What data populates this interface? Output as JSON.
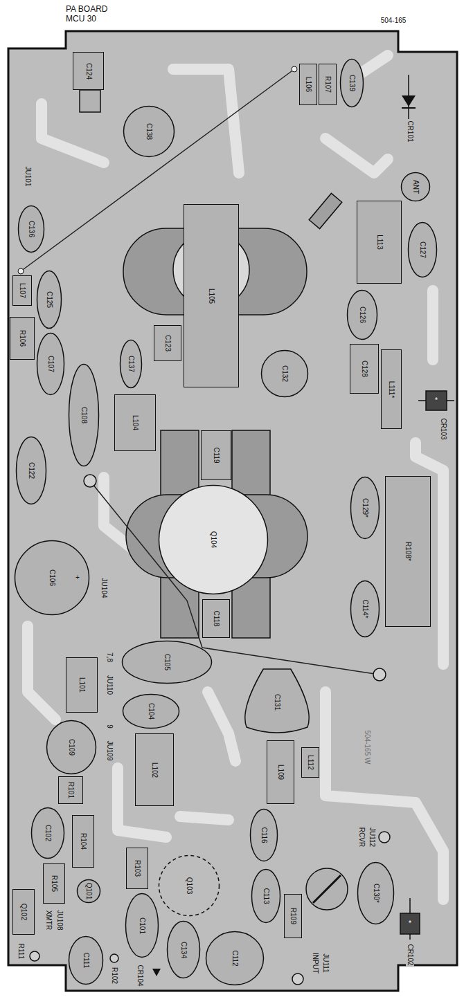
{
  "diagram": {
    "title": "PA BOARD MCU 30",
    "nodes": [
      {
        "text": [
          "C124"
        ]
      },
      {
        "text": [
          "C138"
        ]
      },
      {
        "text": [
          "L106"
        ]
      },
      {
        "text": [
          "R107"
        ]
      },
      {
        "text": [
          "C139"
        ]
      },
      {
        "text": [
          "ANT"
        ]
      },
      {
        "text": [
          "L105"
        ]
      },
      {
        "text": [
          "L113"
        ]
      },
      {
        "text": [
          "C127"
        ]
      },
      {
        "text": [
          "C136"
        ]
      },
      {
        "text": [
          "L107"
        ]
      },
      {
        "text": [
          "C125"
        ]
      },
      {
        "text": [
          "R106"
        ]
      },
      {
        "text": [
          "C123"
        ]
      },
      {
        "text": [
          "C137"
        ]
      },
      {
        "text": [
          "C107"
        ]
      },
      {
        "text": [
          "C108"
        ]
      },
      {
        "text": [
          "L104"
        ]
      },
      {
        "text": [
          "C132"
        ]
      },
      {
        "text": [
          "C126"
        ]
      },
      {
        "text": [
          "C128"
        ]
      },
      {
        "text": [
          "L111*"
        ]
      },
      {
        "text": [
          "C122"
        ]
      },
      {
        "text": [
          "C119"
        ]
      },
      {
        "text": [
          "Q104"
        ]
      },
      {
        "text": [
          "C129*"
        ]
      },
      {
        "text": [
          "R108*"
        ]
      },
      {
        "text": [
          "C106"
        ]
      },
      {
        "text": [
          "C118"
        ]
      },
      {
        "text": [
          "C114*"
        ]
      },
      {
        "text": [
          "C105"
        ]
      },
      {
        "text": [
          "C104"
        ]
      },
      {
        "text": [
          "C131"
        ]
      },
      {
        "text": [
          "L101"
        ]
      },
      {
        "text": [
          "C109"
        ]
      },
      {
        "text": [
          "L102"
        ]
      },
      {
        "text": [
          "L109"
        ]
      },
      {
        "text": [
          "L112"
        ]
      },
      {
        "text": [
          "R101"
        ]
      },
      {
        "text": [
          "C116"
        ]
      },
      {
        "text": [
          "C102"
        ]
      },
      {
        "text": [
          "R104"
        ]
      },
      {
        "text": [
          "R105"
        ]
      },
      {
        "text": [
          "R103"
        ]
      },
      {
        "text": [
          "Q103"
        ]
      },
      {
        "text": [
          "C113"
        ]
      },
      {
        "text": [
          "R109"
        ]
      },
      {
        "text": [
          "C130*"
        ]
      },
      {
        "text": [
          "Q102"
        ]
      },
      {
        "text": [
          "Q101"
        ]
      },
      {
        "text": [
          "C101"
        ]
      },
      {
        "text": [
          "C111"
        ]
      },
      {
        "text": [
          "C134"
        ]
      },
      {
        "text": [
          "C112"
        ]
      }
    ],
    "labels": [
      "504-165",
      "JU101",
      "CR101",
      "CR103",
      "*",
      "JU104",
      "+",
      "7,8",
      "JU110",
      "9",
      "JU109",
      "504-165 W",
      "RCVR",
      "JU112",
      "XMTR",
      "JU108",
      "R111",
      "R102",
      "CR104",
      "INPUT",
      "JU111",
      "*",
      "CR102"
    ]
  }
}
